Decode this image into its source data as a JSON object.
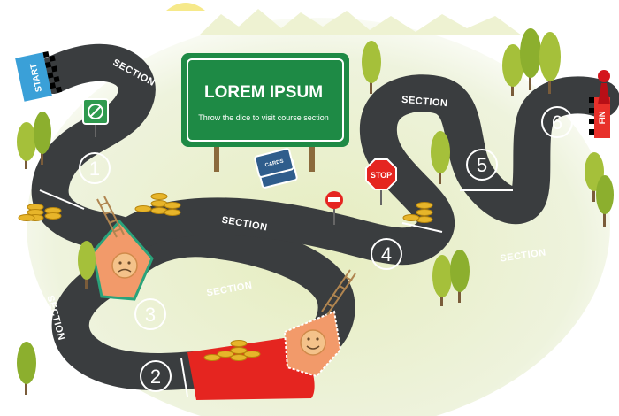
{
  "sign": {
    "title": "LOREM IPSUM",
    "subtitle": "Throw the dice to visit course section"
  },
  "start_label": "START",
  "finish_label": "FIN",
  "stop_label": "STOP",
  "cards_label": "CARDS",
  "sections": [
    {
      "label": "SECTION"
    },
    {
      "label": "SECTION"
    },
    {
      "label": "SECTION"
    },
    {
      "label": "SECTION"
    },
    {
      "label": "SECTION"
    },
    {
      "label": "SECTION"
    }
  ],
  "steps": [
    "1",
    "2",
    "3",
    "4",
    "5",
    "6"
  ],
  "colors": {
    "road": "#3a3d3f",
    "grass": "#e3ecc4",
    "sign": "#1e8a45",
    "red_zone": "#e52520",
    "smiley_zone": "#f29a6a",
    "start_flag": "#3aa0d8",
    "finish_flag": "#e8302a"
  }
}
